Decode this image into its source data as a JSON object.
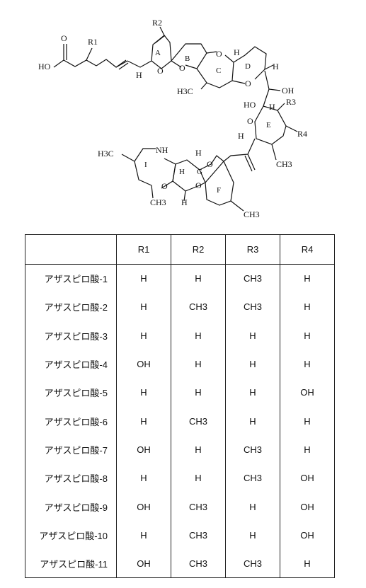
{
  "structure": {
    "labels": {
      "acid_o": "O",
      "acid_ho": "HO",
      "r1": "R1",
      "r2": "R2",
      "r3": "R3",
      "r4": "R4",
      "ring_a": "A",
      "ring_b": "B",
      "ring_c": "C",
      "ring_d": "D",
      "ring_e": "E",
      "ring_f": "F",
      "ring_g": "G",
      "ring_h": "H",
      "ring_i": "I",
      "h": "H",
      "o": "O",
      "oh": "OH",
      "ho": "HO",
      "h3c": "H3C",
      "ch3": "CH3",
      "nh": "NH"
    }
  },
  "table": {
    "headers": [
      "",
      "R1",
      "R2",
      "R3",
      "R4"
    ],
    "rows": [
      {
        "name": "アザスピロ酸-1",
        "r1": "H",
        "r2": "H",
        "r3": "CH3",
        "r4": "H"
      },
      {
        "name": "アザスピロ酸-2",
        "r1": "H",
        "r2": "CH3",
        "r3": "CH3",
        "r4": "H"
      },
      {
        "name": "アザスピロ酸-3",
        "r1": "H",
        "r2": "H",
        "r3": "H",
        "r4": "H"
      },
      {
        "name": "アザスピロ酸-4",
        "r1": "OH",
        "r2": "H",
        "r3": "H",
        "r4": "H"
      },
      {
        "name": "アザスピロ酸-5",
        "r1": "H",
        "r2": "H",
        "r3": "H",
        "r4": "OH"
      },
      {
        "name": "アザスピロ酸-6",
        "r1": "H",
        "r2": "CH3",
        "r3": "H",
        "r4": "H"
      },
      {
        "name": "アザスピロ酸-7",
        "r1": "OH",
        "r2": "H",
        "r3": "CH3",
        "r4": "H"
      },
      {
        "name": "アザスピロ酸-8",
        "r1": "H",
        "r2": "H",
        "r3": "CH3",
        "r4": "OH"
      },
      {
        "name": "アザスピロ酸-9",
        "r1": "OH",
        "r2": "CH3",
        "r3": "H",
        "r4": "OH"
      },
      {
        "name": "アザスピロ酸-10",
        "r1": "H",
        "r2": "CH3",
        "r3": "H",
        "r4": "OH"
      },
      {
        "name": "アザスピロ酸-11",
        "r1": "OH",
        "r2": "CH3",
        "r3": "CH3",
        "r4": "H"
      }
    ]
  }
}
